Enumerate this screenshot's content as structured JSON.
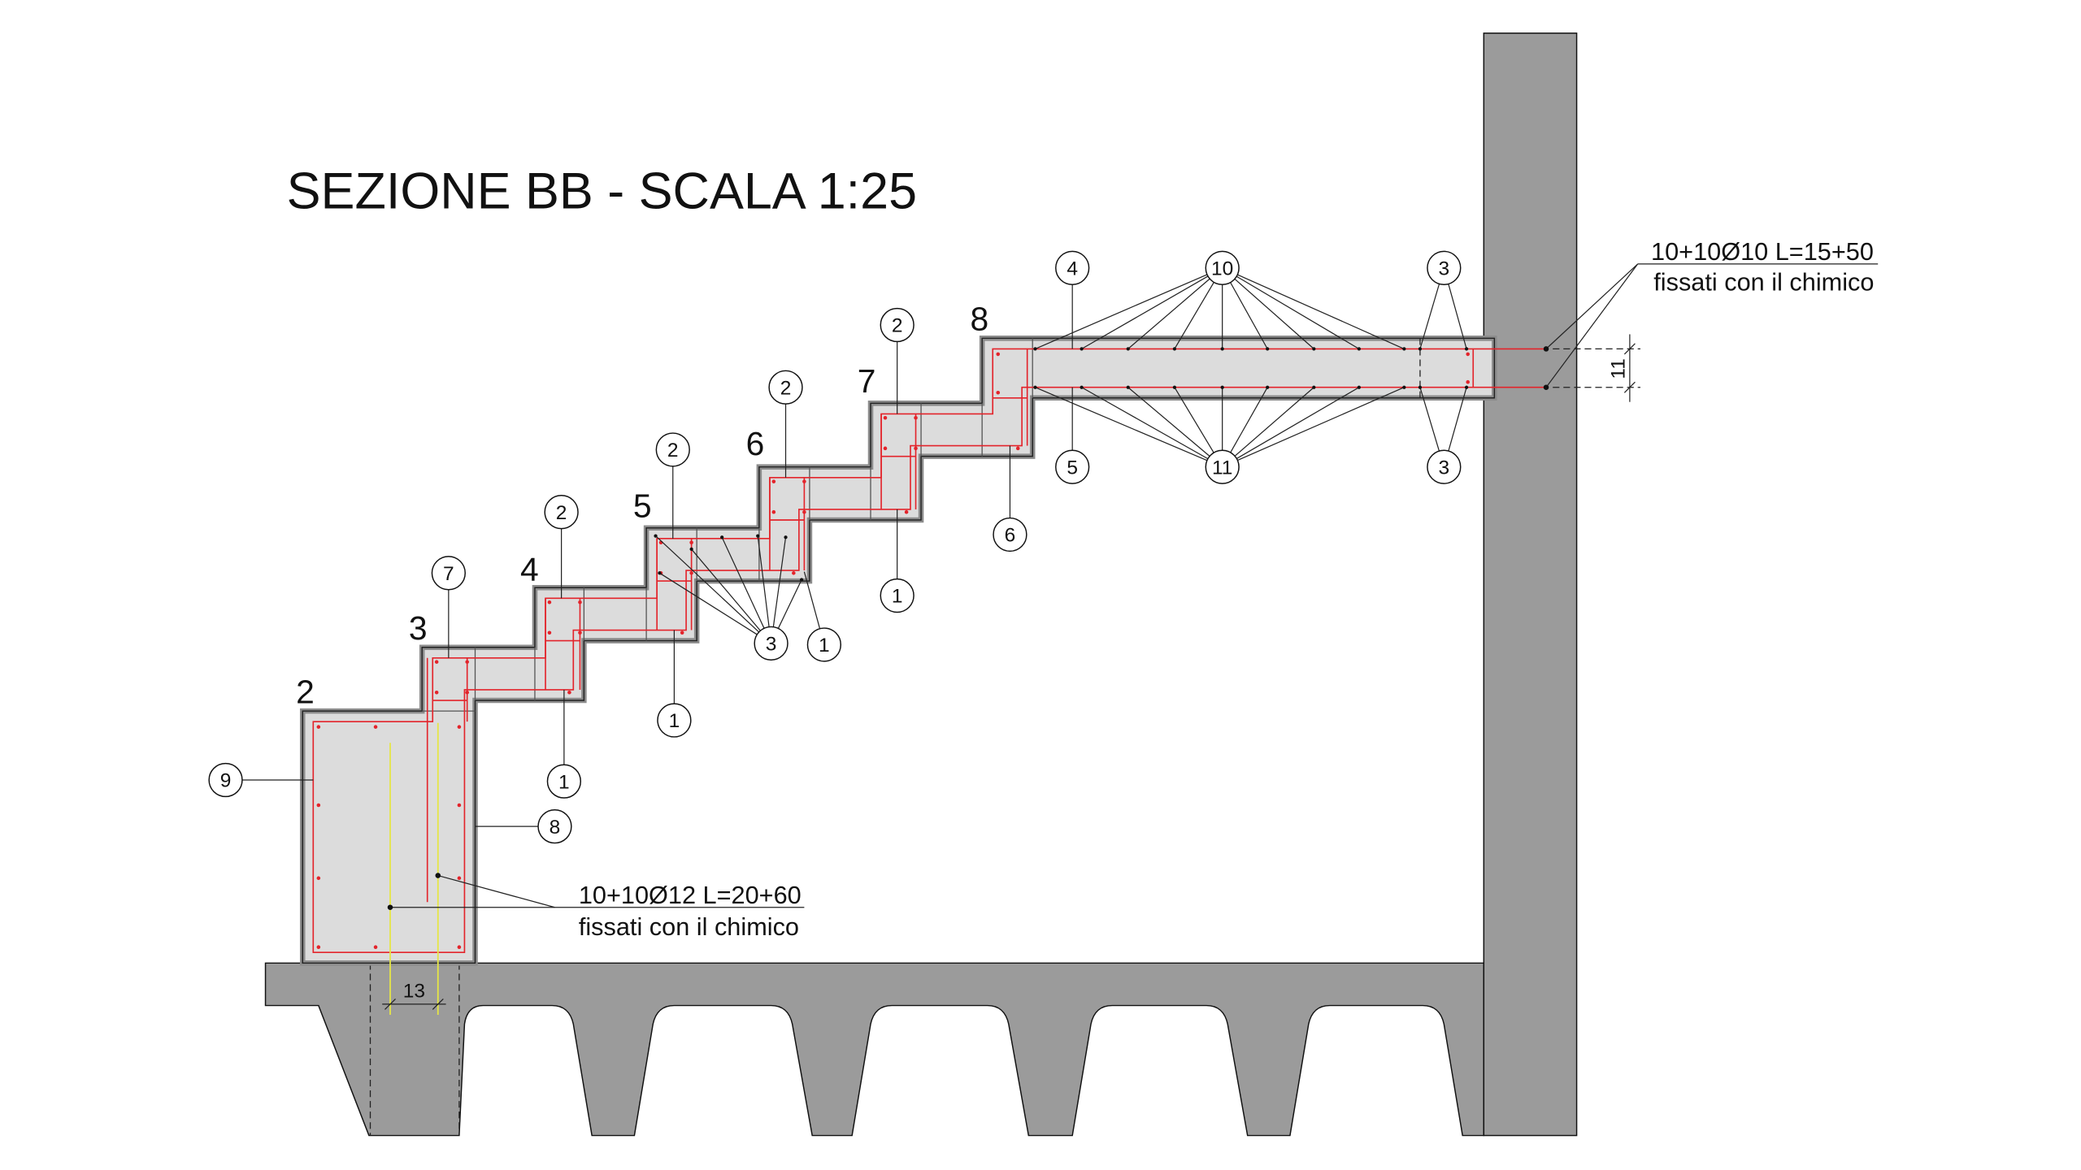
{
  "title": "SEZIONE BB - SCALA 1:25",
  "step_numbers": [
    "2",
    "3",
    "4",
    "5",
    "6",
    "7",
    "8"
  ],
  "callouts": [
    "9",
    "8",
    "7",
    "2",
    "2",
    "2",
    "2",
    "1",
    "1",
    "3",
    "1",
    "1",
    "6",
    "4",
    "10",
    "3",
    "5",
    "11",
    "3"
  ],
  "notes": {
    "landing_anchors": {
      "spec": "10+10Ø10 L=15+50",
      "method": "fissati con il chimico"
    },
    "base_anchors": {
      "spec": "10+10Ø12 L=20+60",
      "method": "fissati con il chimico"
    }
  },
  "dimensions": {
    "landing_thickness": "11",
    "anchor_spacing": "13"
  },
  "colors": {
    "concrete": "#dcdcdc",
    "structure": "#9b9b9b",
    "rebar": "#e3242b",
    "anchor_bar": "#e6e645",
    "ink": "#111111"
  }
}
